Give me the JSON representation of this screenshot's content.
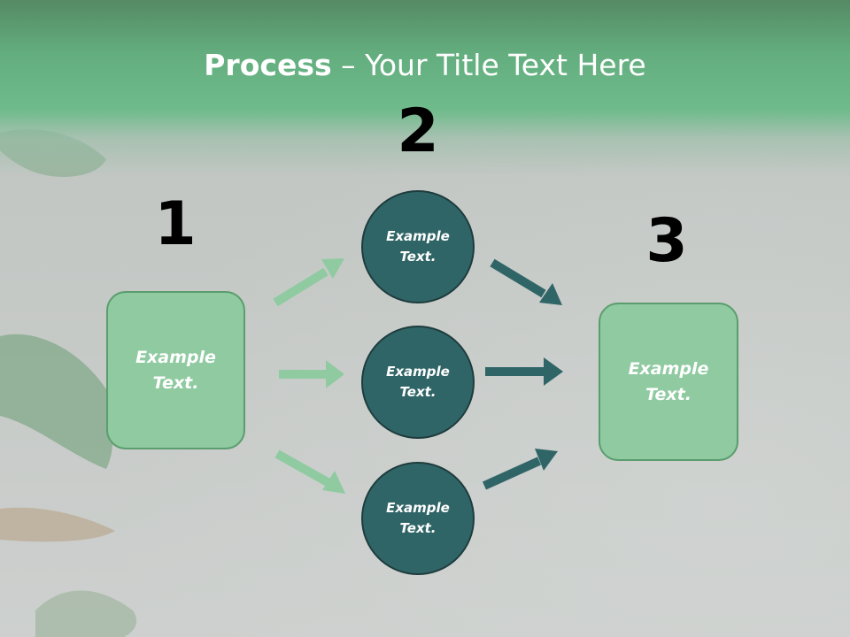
{
  "title": {
    "bold": "Process",
    "rest": " – Your Title Text Here"
  },
  "steps": {
    "n1": "1",
    "n2": "2",
    "n3": "3"
  },
  "boxes": {
    "left": {
      "line1": "Example",
      "line2": "Text."
    },
    "right": {
      "line1": "Example",
      "line2": "Text."
    }
  },
  "circles": [
    {
      "line1": "Example",
      "line2": "Text."
    },
    {
      "line1": "Example",
      "line2": "Text."
    },
    {
      "line1": "Example",
      "line2": "Text."
    }
  ],
  "colors": {
    "header_green": "#6fbb8b",
    "box_fill": "#8fcaa0",
    "box_border": "#5a9d6e",
    "circle_fill": "#306567",
    "circle_border": "#1e3c3d",
    "arrow_light": "#8fcaa0",
    "arrow_dark": "#306567"
  }
}
